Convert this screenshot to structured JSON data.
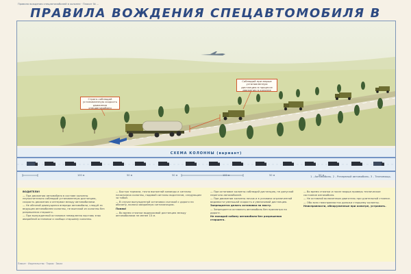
{
  "header_note": "Правила вождения спецавтомобилей в колонне · Плакат № ...",
  "title": "ПРАВИЛА ВОЖДЕНИЯ СПЕЦАВТОМОБИЛЯ В КОЛОННЕ",
  "callouts": {
    "left": "Строго соблюдай установленную скорость движения спецавтомобиля",
    "right": "Соблюдай при марше установленную дистанцию в процессе движения в колонне"
  },
  "scheme": {
    "title": "СХЕМА КОЛОННЫ (вариант)",
    "legend_note": "1 - Автомобиль. 2 - Резервный автомобиль. 3 - Техпомощь.",
    "distance_labels": [
      "100 м",
      "50 м",
      "50 м",
      "100 м",
      "50 м",
      "50 м"
    ]
  },
  "columns": {
    "c1": {
      "head": "ВОДИТЕЛИ!",
      "paras": [
        "— При движении автомобиля в составе колонны неукоснительно соблюдай установленную дистанцию, скорость движения и интервал между автомобилями.",
        "— Не обгоняй движущиеся впереди автомобили, следуй за ведущим автомобилем колонны, не выезжай из колонны без разрешения старшего.",
        "— При вынужденной остановке немедленно выставь знак аварийной остановки и сообщи старшему колонны."
      ]
    },
    "c2": {
      "paras": [
        "— Быстро тормози, точно выполняй команды и сигналы начальника колонны, подавай сигналы водителям, следующим за тобой.",
        "— В случае вынужденной остановки съезжай с дороги на обочину, включи аварийную сигнализацию.",
        "— Во время стоянки выдерживай дистанцию между автомобилями не менее 10 м."
      ],
      "emph": "Помни!"
    },
    "c3": {
      "paras": [
        "— При остановке колонны соблюдай дистанцию, не допускай перегона автомобилей.",
        "— При движении колонны ночью и в условиях ограниченной видимости уменьшай скорость и увеличивай дистанцию.",
        "— Запрещается оставлять автомобиль без присмотра на дороге."
      ],
      "emph1": "Запрещается делать остановки на мосту.",
      "emph2": "Не покидай кабину автомобиля без разрешения старшего."
    },
    "c4": {
      "paras": [
        "— Во время стоянки и после марша проверь техническое состояние автомобиля.",
        "— Не оставляй включенным двигатель при длительной стоянке.",
        "— Обо всех неисправностях доложи старшему колонны."
      ],
      "emph": "Неисправности, обнаруженные при осмотре, устранить."
    }
  },
  "footer": "Плакат · Издательство · Тираж · Заказ"
}
